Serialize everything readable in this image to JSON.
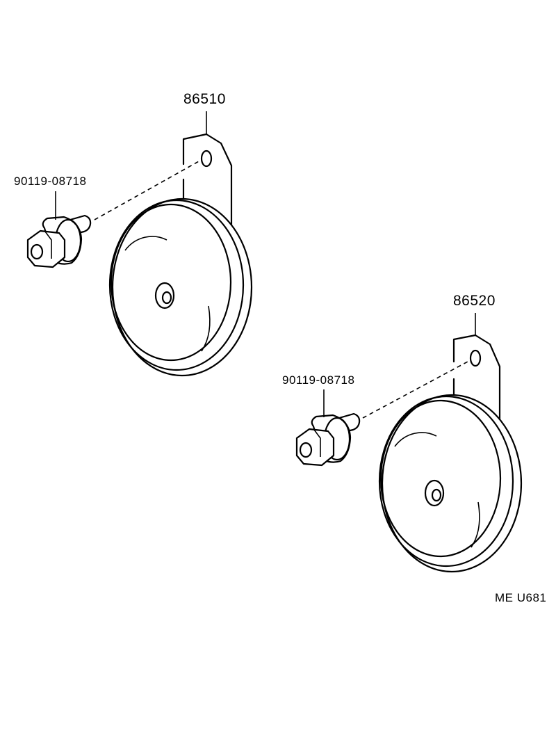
{
  "callouts": {
    "upper_horn": "86510",
    "upper_bolt": "90119-08718",
    "lower_horn": "86520",
    "lower_bolt": "90119-08718"
  },
  "figure_code": "ME U681"
}
